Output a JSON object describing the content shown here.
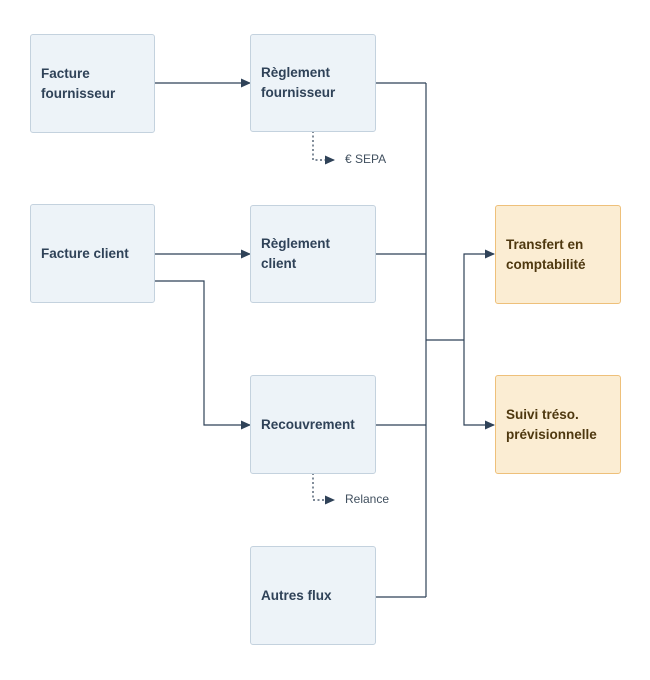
{
  "diagram": {
    "nodes": {
      "facture_fournisseur": "Facture fournisseur",
      "reglement_fournisseur": "Règlement fournisseur",
      "facture_client": "Facture client",
      "reglement_client": "Règlement client",
      "recouvrement": "Recouvrement",
      "autres_flux": "Autres flux",
      "transfert_comptabilite": "Transfert en comptabilité",
      "suivi_treso": "Suivi tréso. prévisionnelle"
    },
    "side_labels": {
      "sepa": "€ SEPA",
      "relance": "Relance"
    }
  },
  "colors": {
    "process_fill": "#edf3f8",
    "process_border": "#c4d2de",
    "output_fill": "#fbedd3",
    "output_border": "#eec07a",
    "connector": "#2f4258"
  }
}
